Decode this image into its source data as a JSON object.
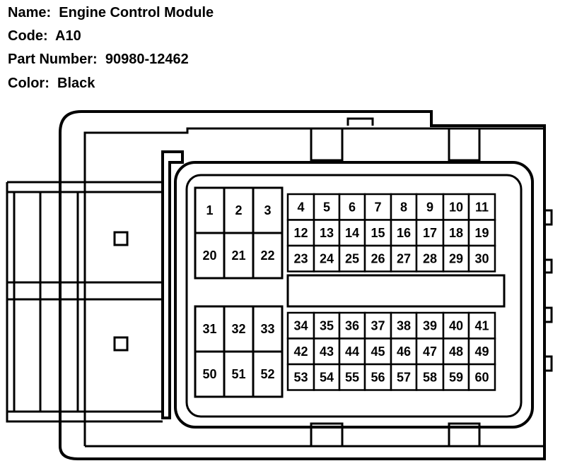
{
  "info": {
    "name_label": "Name:",
    "name": "Engine Control Module",
    "code_label": "Code:",
    "code": "A10",
    "part_label": "Part Number:",
    "part_number": "90980-12462",
    "color_label": "Color:",
    "color": "Black"
  },
  "pins": [
    "1",
    "2",
    "3",
    "4",
    "5",
    "6",
    "7",
    "8",
    "9",
    "10",
    "11",
    "12",
    "13",
    "14",
    "15",
    "16",
    "17",
    "18",
    "19",
    "20",
    "21",
    "22",
    "23",
    "24",
    "25",
    "26",
    "27",
    "28",
    "29",
    "30",
    "31",
    "32",
    "33",
    "34",
    "35",
    "36",
    "37",
    "38",
    "39",
    "40",
    "41",
    "42",
    "43",
    "44",
    "45",
    "46",
    "47",
    "48",
    "49",
    "50",
    "51",
    "52",
    "53",
    "54",
    "55",
    "56",
    "57",
    "58",
    "59",
    "60"
  ]
}
